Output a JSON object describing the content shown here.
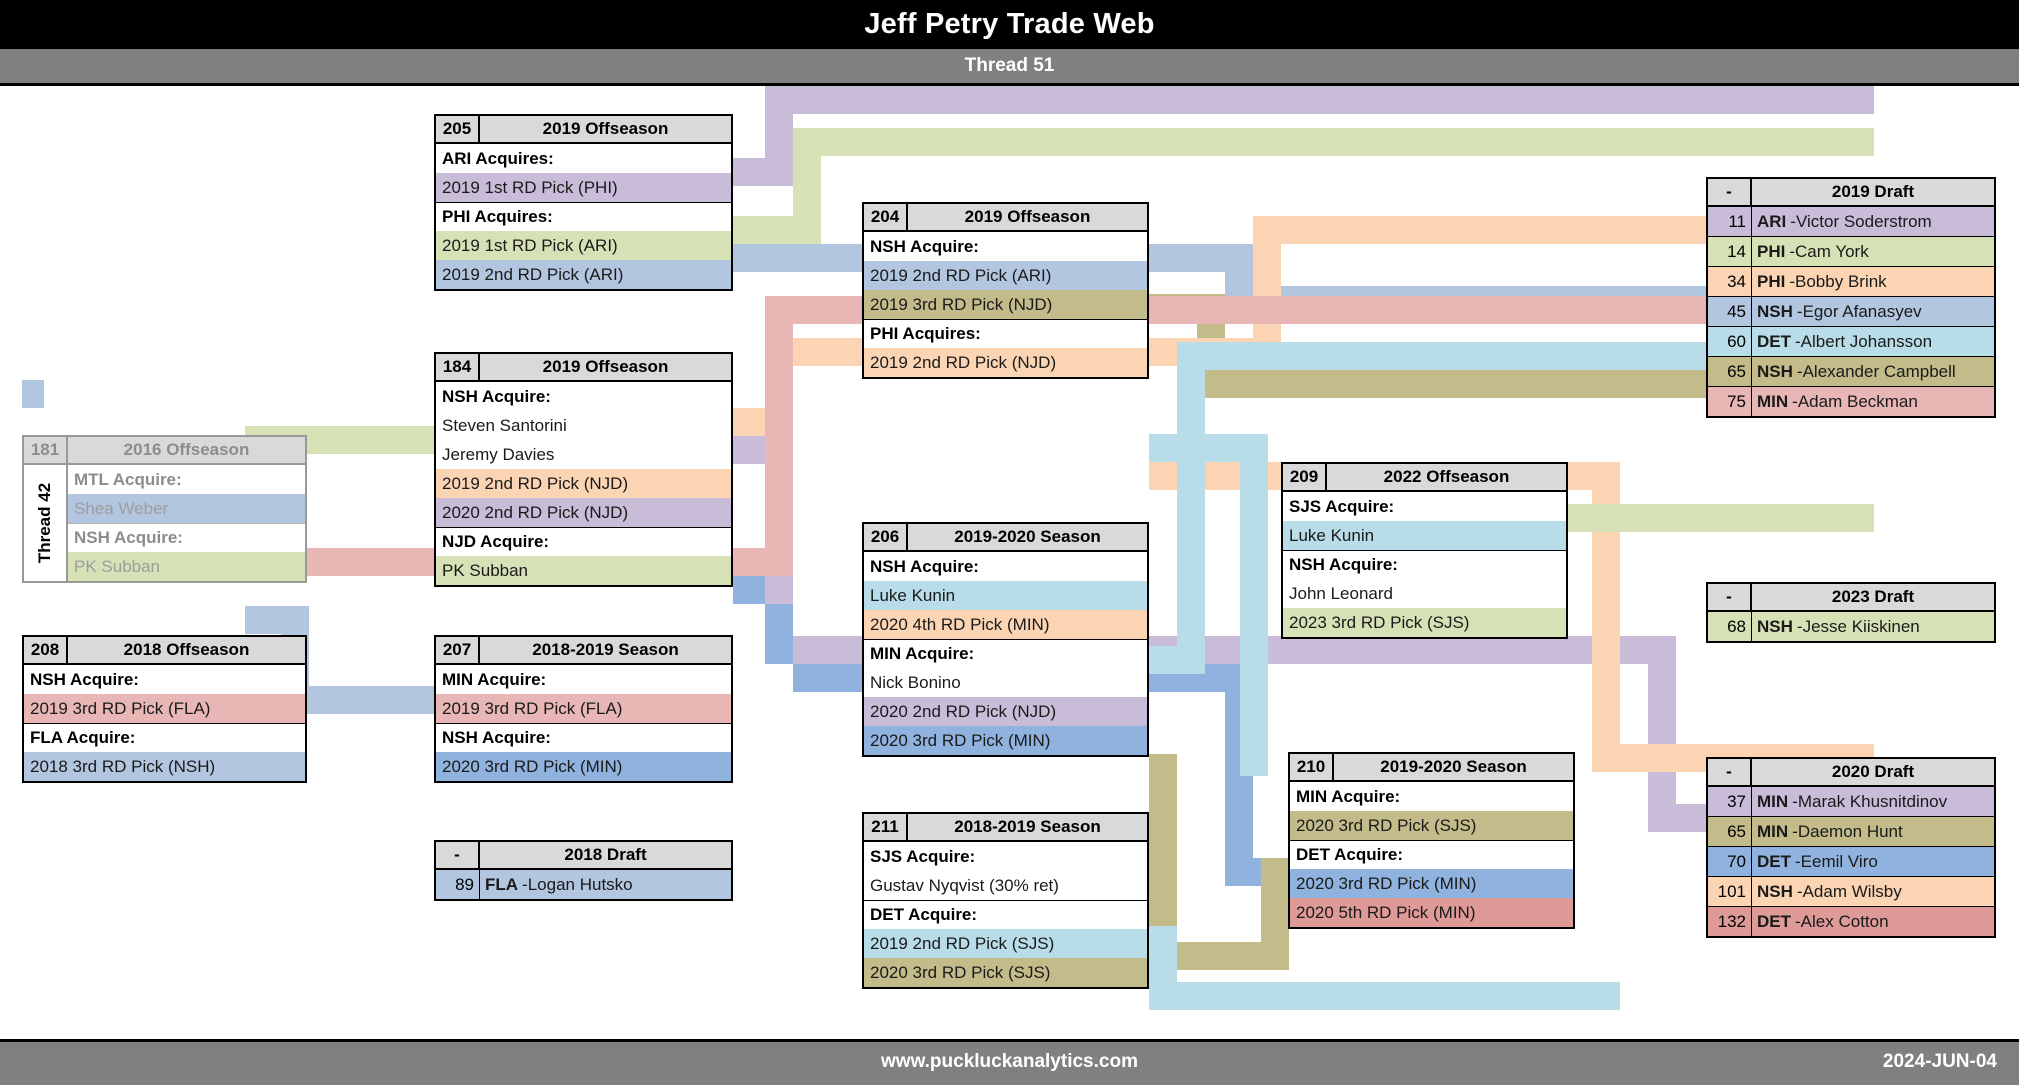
{
  "header": {
    "title": "Jeff Petry Trade Web",
    "subtitle": "Thread 51"
  },
  "footer": {
    "site": "www.puckluckanalytics.com",
    "date": "2024-JUN-04"
  },
  "colors": {
    "purple": "#c9bcd9",
    "green": "#d6e2b6",
    "steel_blue": "#b3c6e0",
    "peach": "#fbd4b4",
    "khaki": "#c3bc8a",
    "rose": "#e8b6b4",
    "sky": "#b8dce8",
    "cornflower": "#8fb2de",
    "salmon": "#dd9a96",
    "header_grey": "#d9d9d9",
    "bar_grey": "#808080",
    "black": "#000000"
  },
  "spine": {
    "label": "Thread 42"
  },
  "nodes": [
    {
      "id": "n181",
      "num": "181",
      "title": "2016 Offseason",
      "faded": true,
      "spine": true,
      "rows": [
        {
          "text": "MTL Acquire:",
          "type": "label",
          "sep": false,
          "fill": ""
        },
        {
          "text": "Shea Weber",
          "type": "item",
          "sep": false,
          "fill": "#b3c6e0"
        },
        {
          "text": "NSH Acquire:",
          "type": "label",
          "sep": true,
          "fill": ""
        },
        {
          "text": "PK Subban",
          "type": "item",
          "sep": false,
          "fill": "#d6e2b6"
        }
      ]
    },
    {
      "id": "n205",
      "num": "205",
      "title": "2019 Offseason",
      "faded": false,
      "spine": false,
      "rows": [
        {
          "text": "ARI Acquires:",
          "type": "label",
          "sep": false,
          "fill": ""
        },
        {
          "text": "2019 1st RD Pick (PHI)",
          "type": "item",
          "sep": false,
          "fill": "#c9bcd9"
        },
        {
          "text": "PHI Acquires:",
          "type": "label",
          "sep": true,
          "fill": ""
        },
        {
          "text": "2019 1st RD Pick (ARI)",
          "type": "item",
          "sep": false,
          "fill": "#d6e2b6"
        },
        {
          "text": "2019 2nd RD Pick (ARI)",
          "type": "item",
          "sep": false,
          "fill": "#b3c6e0"
        }
      ]
    },
    {
      "id": "n204",
      "num": "204",
      "title": "2019 Offseason",
      "faded": false,
      "spine": false,
      "rows": [
        {
          "text": "NSH Acquire:",
          "type": "label",
          "sep": false,
          "fill": ""
        },
        {
          "text": "2019 2nd RD Pick (ARI)",
          "type": "item",
          "sep": false,
          "fill": "#b3c6e0"
        },
        {
          "text": "2019 3rd RD Pick (NJD)",
          "type": "item",
          "sep": false,
          "fill": "#c3bc8a"
        },
        {
          "text": "PHI Acquires:",
          "type": "label",
          "sep": true,
          "fill": ""
        },
        {
          "text": "2019 2nd RD Pick (NJD)",
          "type": "item",
          "sep": false,
          "fill": "#fbd4b4"
        }
      ]
    },
    {
      "id": "n184",
      "num": "184",
      "title": "2019 Offseason",
      "faded": false,
      "spine": false,
      "rows": [
        {
          "text": "NSH Acquire:",
          "type": "label",
          "sep": false,
          "fill": ""
        },
        {
          "text": "Steven Santorini",
          "type": "item",
          "sep": false,
          "fill": ""
        },
        {
          "text": "Jeremy Davies",
          "type": "item",
          "sep": false,
          "fill": ""
        },
        {
          "text": "2019 2nd RD Pick (NJD)",
          "type": "item",
          "sep": false,
          "fill": "#fbd4b4"
        },
        {
          "text": "2020 2nd RD Pick (NJD)",
          "type": "item",
          "sep": false,
          "fill": "#c9bcd9"
        },
        {
          "text": "NJD Acquire:",
          "type": "label",
          "sep": true,
          "fill": ""
        },
        {
          "text": "PK Subban",
          "type": "item",
          "sep": false,
          "fill": "#d6e2b6"
        }
      ]
    },
    {
      "id": "n208",
      "num": "208",
      "title": "2018 Offseason",
      "faded": false,
      "spine": false,
      "rows": [
        {
          "text": "NSH Acquire:",
          "type": "label",
          "sep": false,
          "fill": ""
        },
        {
          "text": "2019 3rd RD Pick (FLA)",
          "type": "item",
          "sep": false,
          "fill": "#e8b6b4"
        },
        {
          "text": "FLA Acquire:",
          "type": "label",
          "sep": true,
          "fill": ""
        },
        {
          "text": "2018 3rd RD Pick (NSH)",
          "type": "item",
          "sep": false,
          "fill": "#b3c6e0"
        }
      ]
    },
    {
      "id": "n207",
      "num": "207",
      "title": "2018-2019 Season",
      "faded": false,
      "spine": false,
      "rows": [
        {
          "text": "MIN Acquire:",
          "type": "label",
          "sep": false,
          "fill": ""
        },
        {
          "text": "2019 3rd RD Pick (FLA)",
          "type": "item",
          "sep": false,
          "fill": "#e8b6b4"
        },
        {
          "text": "NSH Acquire:",
          "type": "label",
          "sep": true,
          "fill": ""
        },
        {
          "text": "2020 3rd RD Pick (MIN)",
          "type": "item",
          "sep": false,
          "fill": "#8fb2de"
        }
      ]
    },
    {
      "id": "n206",
      "num": "206",
      "title": "2019-2020 Season",
      "faded": false,
      "spine": false,
      "rows": [
        {
          "text": "NSH Acquire:",
          "type": "label",
          "sep": false,
          "fill": ""
        },
        {
          "text": "Luke Kunin",
          "type": "item",
          "sep": false,
          "fill": "#b8dce8"
        },
        {
          "text": "2020 4th RD Pick (MIN)",
          "type": "item",
          "sep": false,
          "fill": "#fbd4b4"
        },
        {
          "text": "MIN Acquire:",
          "type": "label",
          "sep": true,
          "fill": ""
        },
        {
          "text": "Nick Bonino",
          "type": "item",
          "sep": false,
          "fill": ""
        },
        {
          "text": "2020 2nd RD Pick (NJD)",
          "type": "item",
          "sep": false,
          "fill": "#c9bcd9"
        },
        {
          "text": "2020 3rd RD Pick (MIN)",
          "type": "item",
          "sep": false,
          "fill": "#8fb2de"
        }
      ]
    },
    {
      "id": "n209",
      "num": "209",
      "title": "2022 Offseason",
      "faded": false,
      "spine": false,
      "rows": [
        {
          "text": "SJS Acquire:",
          "type": "label",
          "sep": false,
          "fill": ""
        },
        {
          "text": "Luke Kunin",
          "type": "item",
          "sep": false,
          "fill": "#b8dce8"
        },
        {
          "text": "NSH Acquire:",
          "type": "label",
          "sep": true,
          "fill": ""
        },
        {
          "text": "John Leonard",
          "type": "item",
          "sep": false,
          "fill": ""
        },
        {
          "text": "2023 3rd RD Pick (SJS)",
          "type": "item",
          "sep": false,
          "fill": "#d6e2b6"
        }
      ]
    },
    {
      "id": "n210",
      "num": "210",
      "title": "2019-2020 Season",
      "faded": false,
      "spine": false,
      "rows": [
        {
          "text": "MIN Acquire:",
          "type": "label",
          "sep": false,
          "fill": ""
        },
        {
          "text": "2020 3rd RD Pick (SJS)",
          "type": "item",
          "sep": false,
          "fill": "#c3bc8a"
        },
        {
          "text": "DET Acquire:",
          "type": "label",
          "sep": true,
          "fill": ""
        },
        {
          "text": "2020 3rd RD Pick (MIN)",
          "type": "item",
          "sep": false,
          "fill": "#8fb2de"
        },
        {
          "text": "2020 5th RD Pick (MIN)",
          "type": "item",
          "sep": false,
          "fill": "#dd9a96"
        }
      ]
    },
    {
      "id": "n211",
      "num": "211",
      "title": "2018-2019 Season",
      "faded": false,
      "spine": false,
      "rows": [
        {
          "text": "SJS Acquire:",
          "type": "label",
          "sep": false,
          "fill": ""
        },
        {
          "text": "Gustav Nyqvist (30% ret)",
          "type": "item",
          "sep": false,
          "fill": ""
        },
        {
          "text": "DET Acquire:",
          "type": "label",
          "sep": true,
          "fill": ""
        },
        {
          "text": "2019 2nd RD Pick (SJS)",
          "type": "item",
          "sep": false,
          "fill": "#b8dce8"
        },
        {
          "text": "2020 3rd RD Pick (SJS)",
          "type": "item",
          "sep": false,
          "fill": "#c3bc8a"
        }
      ]
    }
  ],
  "drafts": [
    {
      "id": "d2019",
      "num": "-",
      "title": "2019 Draft",
      "picks": [
        {
          "pick": "11",
          "team": "ARI",
          "player": "Victor Soderstrom",
          "fill": "#c9bcd9"
        },
        {
          "pick": "14",
          "team": "PHI",
          "player": "Cam York",
          "fill": "#d6e2b6"
        },
        {
          "pick": "34",
          "team": "PHI",
          "player": "Bobby Brink",
          "fill": "#fbd4b4"
        },
        {
          "pick": "45",
          "team": "NSH",
          "player": "Egor Afanasyev",
          "fill": "#b3c6e0"
        },
        {
          "pick": "60",
          "team": "DET",
          "player": "Albert Johansson",
          "fill": "#b8dce8"
        },
        {
          "pick": "65",
          "team": "NSH",
          "player": "Alexander Campbell",
          "fill": "#c3bc8a"
        },
        {
          "pick": "75",
          "team": "MIN",
          "player": "Adam Beckman",
          "fill": "#e8b6b4"
        }
      ]
    },
    {
      "id": "d2023",
      "num": "-",
      "title": "2023 Draft",
      "picks": [
        {
          "pick": "68",
          "team": "NSH",
          "player": "Jesse Kiiskinen",
          "fill": "#d6e2b6"
        }
      ]
    },
    {
      "id": "d2020",
      "num": "-",
      "title": "2020 Draft",
      "picks": [
        {
          "pick": "37",
          "team": "MIN",
          "player": "Marak Khusnitdinov",
          "fill": "#c9bcd9"
        },
        {
          "pick": "65",
          "team": "MIN",
          "player": "Daemon Hunt",
          "fill": "#c3bc8a"
        },
        {
          "pick": "70",
          "team": "DET",
          "player": "Eemil Viro",
          "fill": "#8fb2de"
        },
        {
          "pick": "101",
          "team": "NSH",
          "player": "Adam Wilsby",
          "fill": "#fbd4b4"
        },
        {
          "pick": "132",
          "team": "DET",
          "player": "Alex Cotton",
          "fill": "#dd9a96"
        }
      ]
    },
    {
      "id": "d2018",
      "num": "-",
      "title": "2018 Draft",
      "picks": [
        {
          "pick": "89",
          "team": "FLA",
          "player": "Logan Hutsko",
          "fill": "#b3c6e0"
        }
      ]
    }
  ]
}
